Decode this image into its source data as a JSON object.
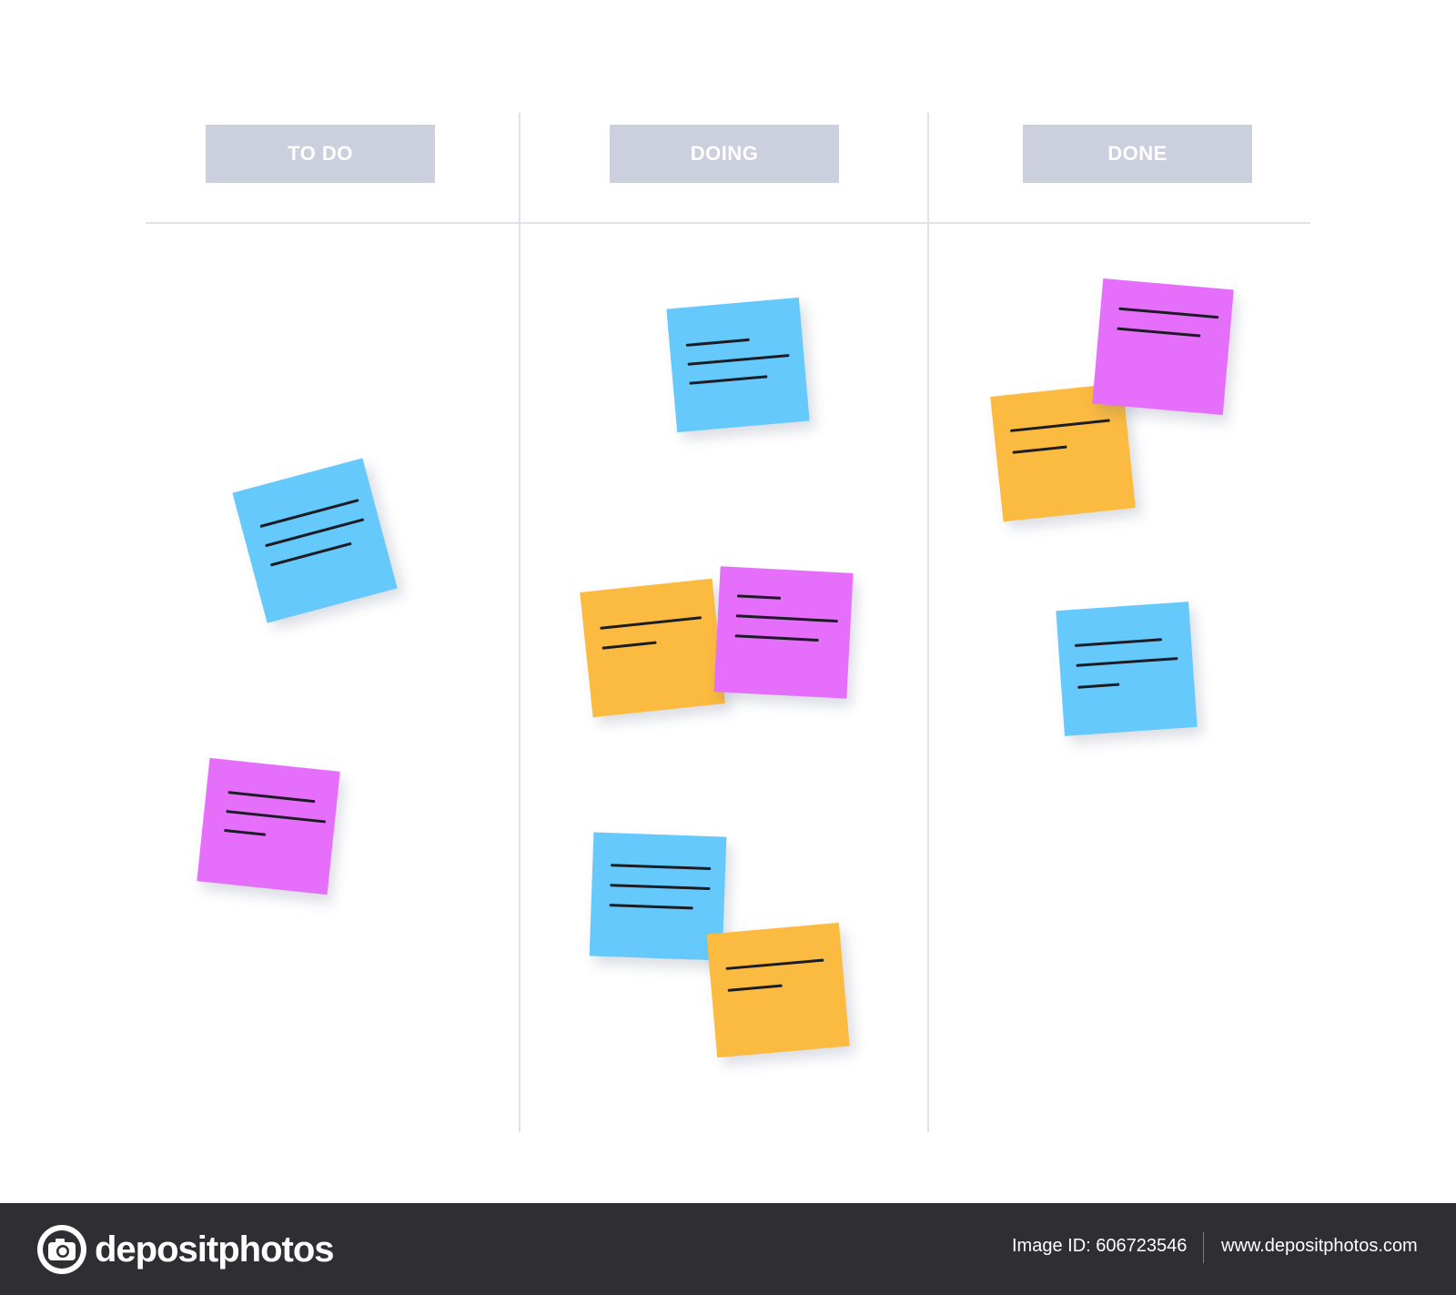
{
  "board": {
    "columns": [
      {
        "title": "TO DO"
      },
      {
        "title": "DOING"
      },
      {
        "title": "DONE"
      }
    ],
    "note_colors": {
      "blue": "#66c9fb",
      "orange": "#fbbb40",
      "pink": "#e56ffb"
    },
    "notes_per_column": {
      "to_do": 2,
      "doing": 5,
      "done": 3
    }
  },
  "footer": {
    "brand": "depositphotos",
    "brand_icon": "camera-icon",
    "image_id": "Image ID: 606723546",
    "site": "www.depositphotos.com"
  }
}
